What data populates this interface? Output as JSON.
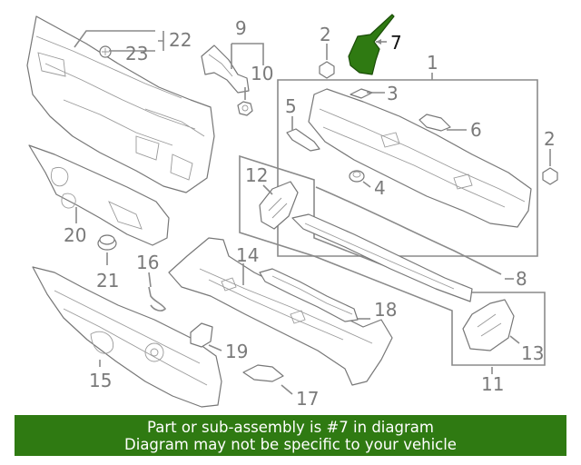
{
  "diagram": {
    "callouts": {
      "c1": "1",
      "c2a": "2",
      "c2b": "2",
      "c3": "3",
      "c4": "4",
      "c5": "5",
      "c6": "6",
      "c7": "7",
      "c8": "8",
      "c9": "9",
      "c10": "10",
      "c11": "11",
      "c12": "12",
      "c13": "13",
      "c14": "14",
      "c15": "15",
      "c16": "16",
      "c17": "17",
      "c18": "18",
      "c19": "19",
      "c20": "20",
      "c21": "21",
      "c22": "22",
      "c23": "23"
    },
    "highlight_part": "7",
    "highlight_color": "#2f7a12"
  },
  "footer": {
    "line1": "Part or sub-assembly is #7 in diagram",
    "line2": "Diagram may not be specific to your vehicle",
    "background": "#2f7a12"
  }
}
